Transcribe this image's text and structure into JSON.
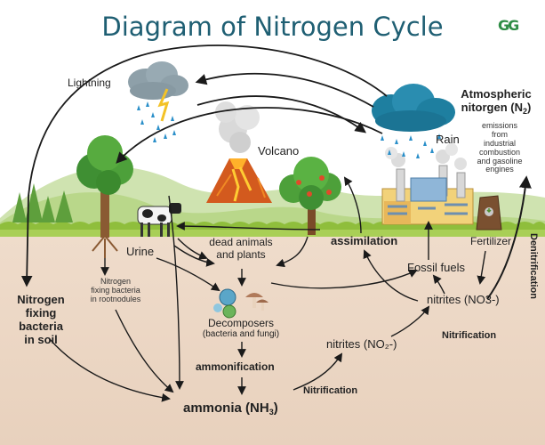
{
  "title": "Diagram of Nitrogen Cycle",
  "logo": "GG",
  "labels": {
    "lightning": "Lightning",
    "volcano": "Volcano",
    "rain": "Rain",
    "atmospheric_line1": "Atmospheric",
    "atmospheric_line2": "nitorgen (N",
    "atmospheric_sub": "2",
    "atmospheric_close": ")",
    "emissions": [
      "emissions",
      "from",
      "industrial",
      "combustion",
      "and gasoline",
      "engines"
    ],
    "urine": "Urine",
    "dead_animals": [
      "dead animals",
      "and plants"
    ],
    "assimilation": "assimilation",
    "fertilizer": "Fertilizer",
    "denitrification": "Denitrification",
    "fossil_fuels": "Fossil fuels",
    "nitrites_no3": "nitrites (NO3-)",
    "nitrogen_fixing_soil": [
      "Nitrogen",
      "fixing bacteria",
      "in soil"
    ],
    "root_bacteria": [
      "Nitrogen",
      "fixing bacteria",
      "in rootnodules"
    ],
    "decomposers": "Decomposers",
    "decomposers_sub": "(bacteria and fungi)",
    "nitrification_1": "Nitrification",
    "nitrites_no2": "nitrites (NO₂-)",
    "ammonification": "ammonification",
    "nitrification_2": "Nitrification",
    "ammonia": "ammonia (NH",
    "ammonia_sub": "3",
    "ammonia_close": ")"
  },
  "colors": {
    "title": "#1f5f73",
    "logo": "#2f8d46",
    "soil": "#ecd7c4",
    "grass": "#a9cf56",
    "arrow": "#1a1a1a",
    "cloud_gray": "#8a9aa3",
    "cloud_blue": "#1e7fa0"
  }
}
